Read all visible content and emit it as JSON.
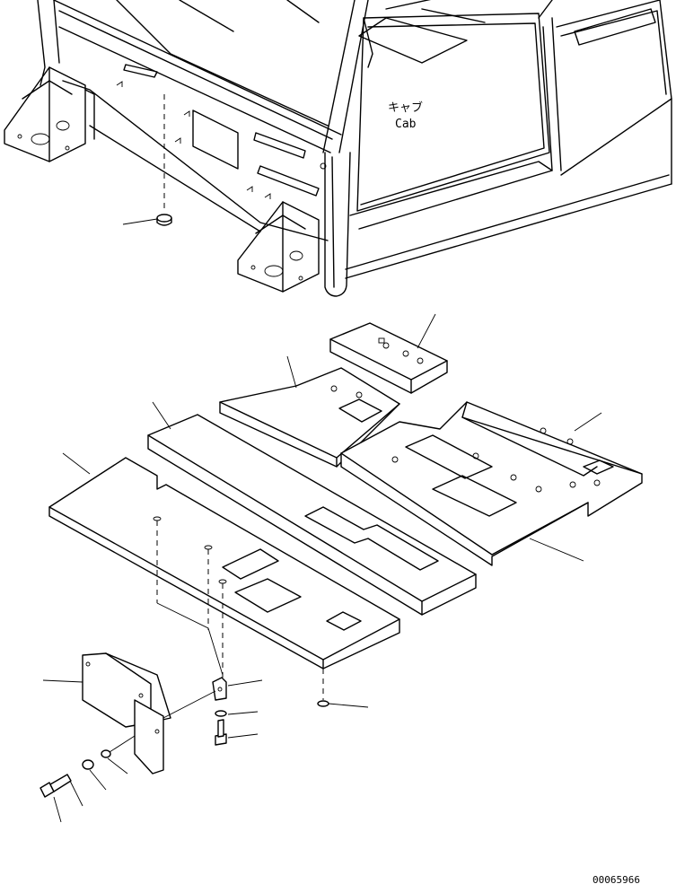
{
  "labels": {
    "cab_jp": "キャブ",
    "cab_en": "Cab",
    "drawing_number": "00065966"
  }
}
